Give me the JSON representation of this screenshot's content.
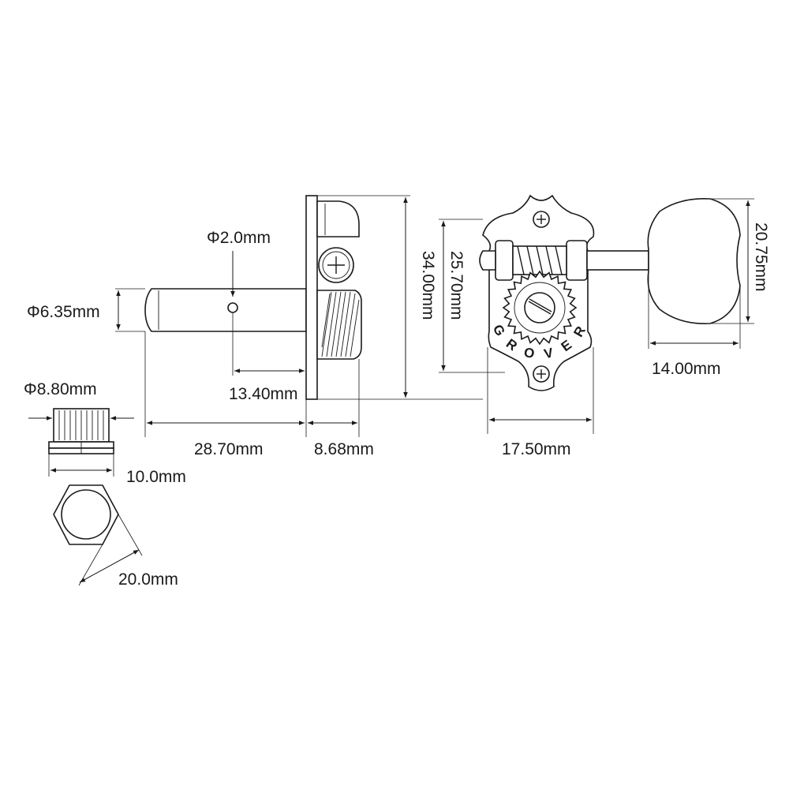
{
  "dimensions": {
    "post_hole_diameter": "Φ2.0mm",
    "post_diameter": "Φ6.35mm",
    "hole_offset": "13.40mm",
    "post_length": "28.70mm",
    "plate_gear_depth": "8.68mm",
    "plate_height": "34.00mm",
    "gear_span": "25.70mm",
    "plate_width": "17.50mm",
    "button_height": "20.75mm",
    "button_length": "14.00mm",
    "bushing_diameter": "Φ8.80mm",
    "bushing_height": "10.0mm",
    "nut_across": "20.0mm"
  },
  "brand": {
    "letters": [
      "G",
      "R",
      "O",
      "V",
      "E",
      "R"
    ]
  },
  "colors": {
    "line": "#1a1a1a",
    "background": "#ffffff"
  }
}
